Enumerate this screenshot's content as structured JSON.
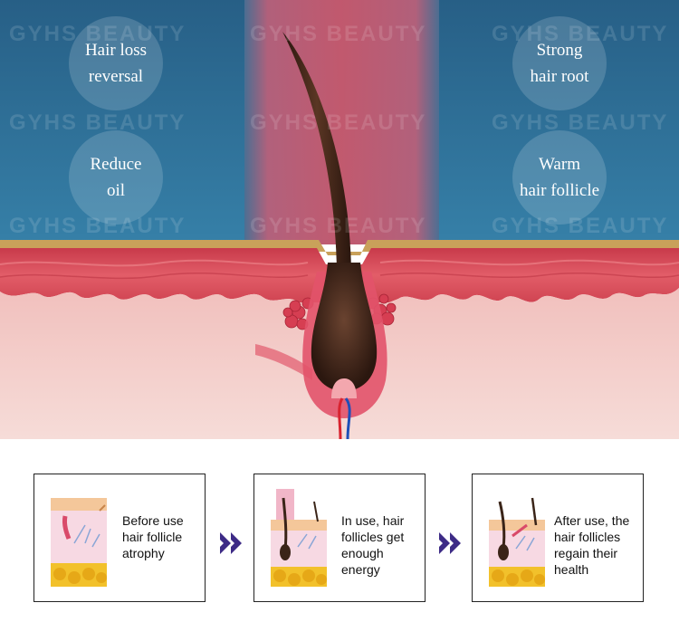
{
  "watermark": "GYHS BEAUTY",
  "badges": {
    "hair_loss_reversal": "Hair loss\nreversal",
    "strong_hair_root": "Strong\nhair root",
    "reduce_oil": "Reduce\noil",
    "warm_hair_follicle": "Warm\nhair follicle"
  },
  "steps": [
    {
      "caption": "Before use\nhair follicle\natrophy"
    },
    {
      "caption": "In use, hair\nfollicles get\nenough\nenergy"
    },
    {
      "caption": "After use, the\nhair follicles\nregain their\nhealth"
    }
  ],
  "icons": {
    "step_arrow": "double-chevron-right-icon"
  },
  "colors": {
    "blue_bg": "#2f6f94",
    "red_light_band": "#c25a70",
    "skin_red": "#d9475a",
    "dermis_pink": "#f3cfcb",
    "hair_brown": "#3a2418",
    "arrow_purple": "#3d2b86"
  }
}
